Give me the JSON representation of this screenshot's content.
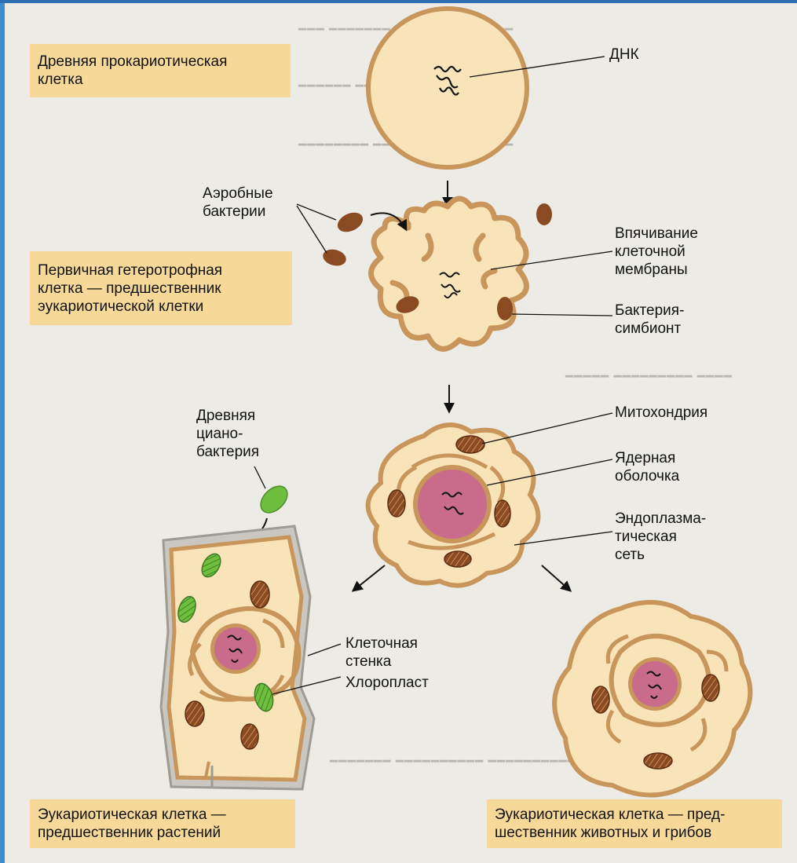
{
  "boxes": {
    "prokaryote": "Древняя прокариотическая\nклетка",
    "heterotroph": "Первичная гетеротрофная\nклетка — предшественник\nэукариотической клетки",
    "plant": "Эукариотическая клетка —\nпредшественник растений",
    "animal": "Эукариотическая клетка — пред-\nшественник животных и грибов"
  },
  "labels": {
    "dna": "ДНК",
    "aerobic": "Аэробные\nбактерии",
    "invagination": "Впячивание\nклеточной\nмембраны",
    "symbiont": "Бактерия-\nсимбионт",
    "cyanobacterium": "Древняя\nциано-\nбактерия",
    "mitochondrion": "Митохондрия",
    "nuclear_envelope": "Ядерная\nоболочка",
    "er": "Эндоплазма-\nтическая\nсеть",
    "cell_wall": "Клеточная\nстенка",
    "chloroplast": "Хлоропласт"
  },
  "colors": {
    "cell_fill": "#f9e4ba",
    "membrane": "#c8955a",
    "mitochondrion": "#8a4a22",
    "chloroplast": "#6fbf3e",
    "nucleus": "#c96b8b",
    "box": "#f6d898",
    "cell_wall": "#c9c7c0"
  }
}
